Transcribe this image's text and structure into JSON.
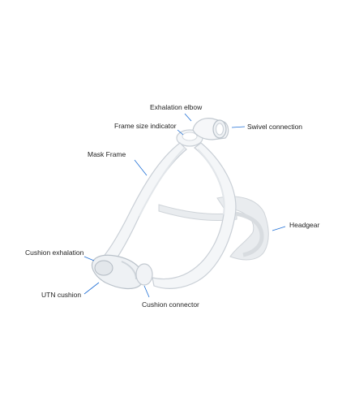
{
  "labels": {
    "exhalation_elbow": "Exhalation elbow",
    "frame_size_indicator": "Frame size indicator",
    "swivel_connection": "Swivel connection",
    "mask_frame": "Mask Frame",
    "headgear": "Headgear",
    "cushion_exhalation": "Cushion exhalation",
    "utn_cushion": "UTN cushion",
    "cushion_connector": "Cushion connector"
  },
  "colors": {
    "pointer": "#1e6fd6",
    "frame_edge": "#c9cfd6",
    "frame_fill": "#f4f6f8",
    "headgear_fill": "#e9ecef",
    "headgear_edge": "#cfd4d9",
    "text": "#222222"
  }
}
